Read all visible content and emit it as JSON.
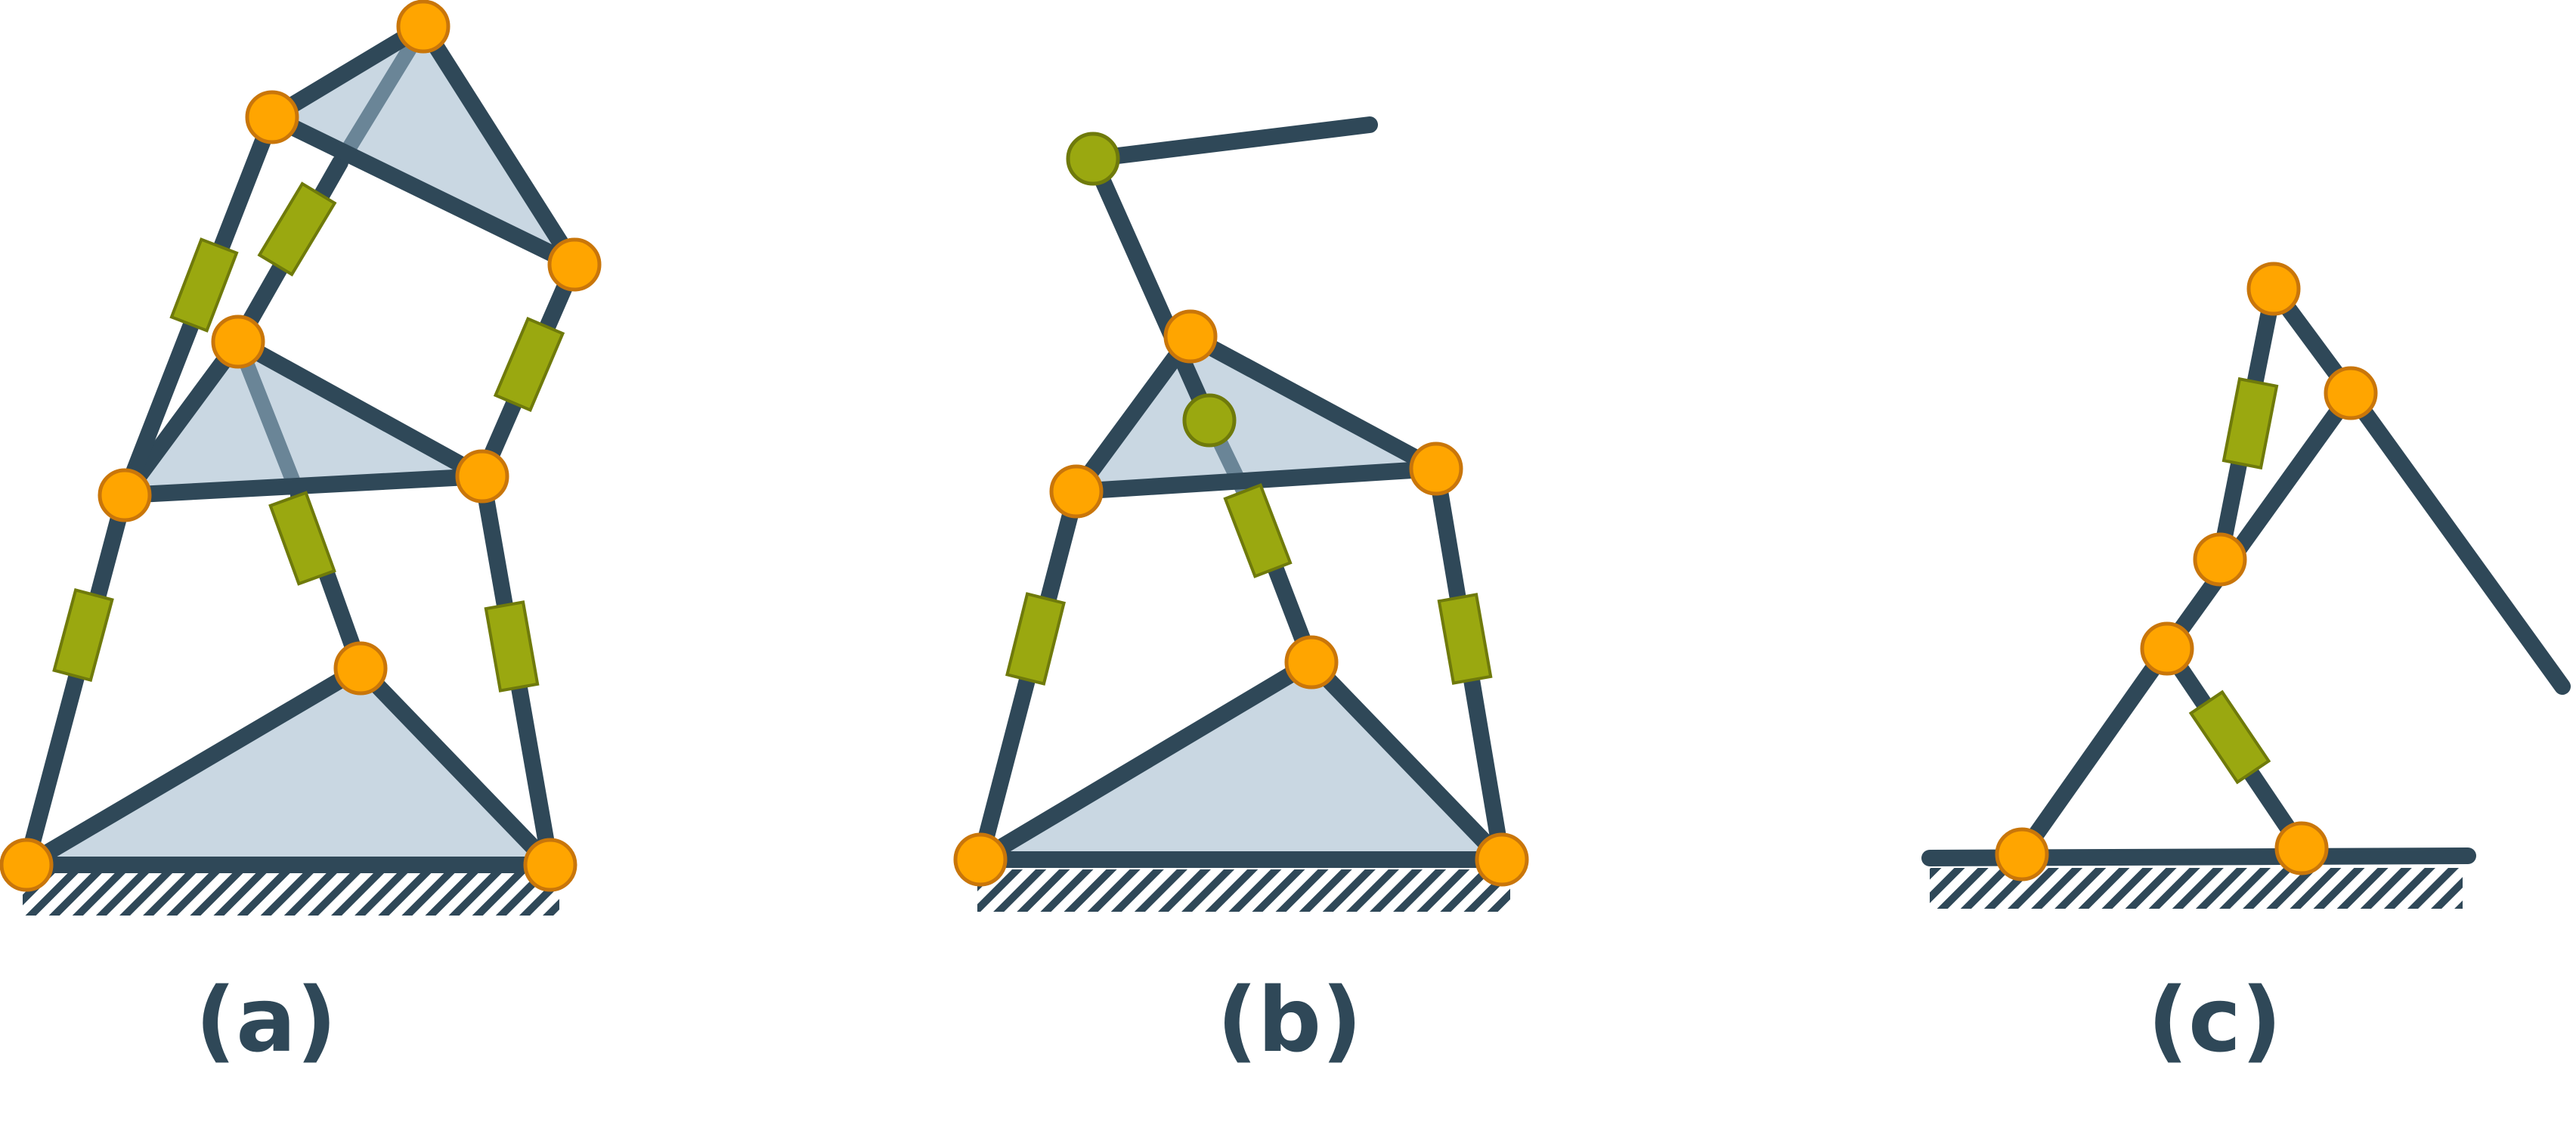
{
  "panels": [
    {
      "id": "a",
      "caption": "(a)"
    },
    {
      "id": "b",
      "caption": "(b)"
    },
    {
      "id": "c",
      "caption": "(c)"
    }
  ],
  "colors": {
    "link": "#2f4858",
    "link_back": "#6a8597",
    "plate": "#c9d7e2",
    "joint": "#ffa500",
    "joint_green": "#9aa810",
    "actuator": "#9aa810",
    "ground_hatch": "#2f4858"
  }
}
